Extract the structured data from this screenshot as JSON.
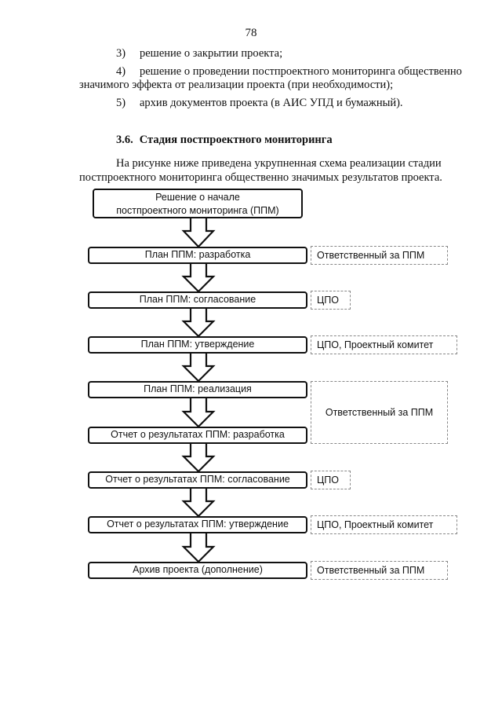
{
  "page_number": "78",
  "list_items": [
    {
      "num": "3)",
      "text": "решение о закрытии проекта;"
    },
    {
      "num": "4)",
      "text": "решение о проведении постпроектного мониторинга общественно",
      "continuation": "значимого эффекта от реализации проекта (при необходимости);"
    },
    {
      "num": "5)",
      "text": "архив документов проекта (в АИС УПД и бумажный)."
    }
  ],
  "section": {
    "number": "3.6.",
    "title": "Стадия постпроектного мониторинга"
  },
  "paragraph": {
    "line1": "На рисунке ниже приведена укрупненная схема реализации стадии",
    "line2": "постпроектного мониторинга общественно значимых результатов проекта."
  },
  "flow": {
    "start": {
      "line1": "Решение о начале",
      "line2": "постпроектного мониторинга (ППМ)"
    },
    "steps": [
      "План ППМ: разработка",
      "План ППМ: согласование",
      "План ППМ: утверждение",
      "План ППМ: реализация",
      "Отчет о результатах ППМ: разработка",
      "Отчет о результатах ППМ: согласование",
      "Отчет о результатах ППМ: утверждение",
      "Архив проекта (дополнение)"
    ],
    "responsible": [
      "Ответственный за ППМ",
      "ЦПО",
      "ЦПО, Проектный комитет",
      "Ответственный за ППМ",
      "ЦПО",
      "ЦПО, Проектный комитет",
      "Ответственный за ППМ"
    ]
  }
}
